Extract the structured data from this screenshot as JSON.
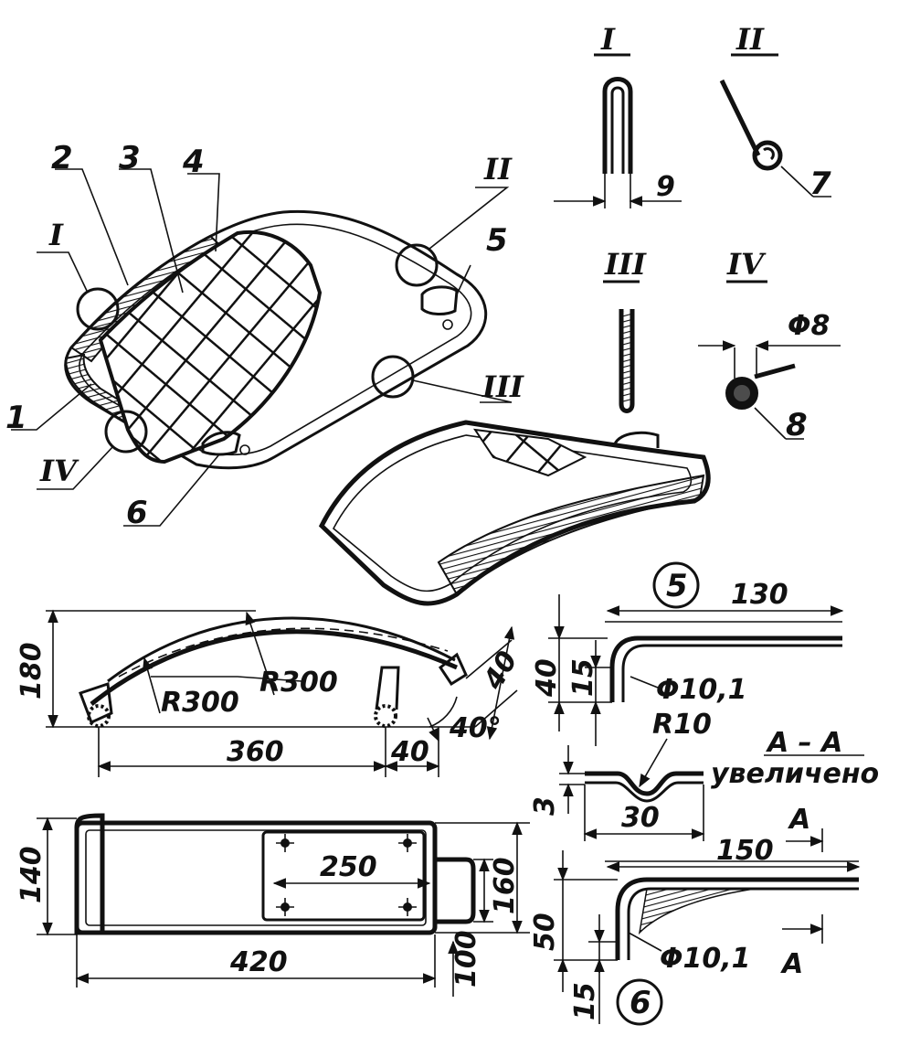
{
  "callouts": [
    "1",
    "2",
    "3",
    "4",
    "5",
    "6",
    "7",
    "8"
  ],
  "details": [
    "I",
    "II",
    "III",
    "IV"
  ],
  "detail_I": {
    "width": "9"
  },
  "detail_IV": {
    "diameter": "Φ8"
  },
  "side_view": {
    "height": "180",
    "radius_outer": "R300",
    "radius_inner": "R300",
    "length": "360",
    "tab_len": "40",
    "tab_h": "40",
    "angle": "40°"
  },
  "plan_view": {
    "width": "140",
    "pad_length": "250",
    "handle_h": "160",
    "length": "420",
    "handle_w": "100"
  },
  "bracket5": {
    "marker": "5",
    "length": "130",
    "height": "40",
    "offset": "15",
    "hole": "Φ10,1"
  },
  "section_AA": {
    "title": "А – А",
    "subtitle": "увеличено",
    "radius": "R10",
    "depth": "3",
    "width": "30"
  },
  "bracket6": {
    "marker": "6",
    "length": "150",
    "height": "50",
    "offset": "15",
    "hole": "Φ10,1",
    "cut_top": "A",
    "cut_bottom": "A"
  }
}
